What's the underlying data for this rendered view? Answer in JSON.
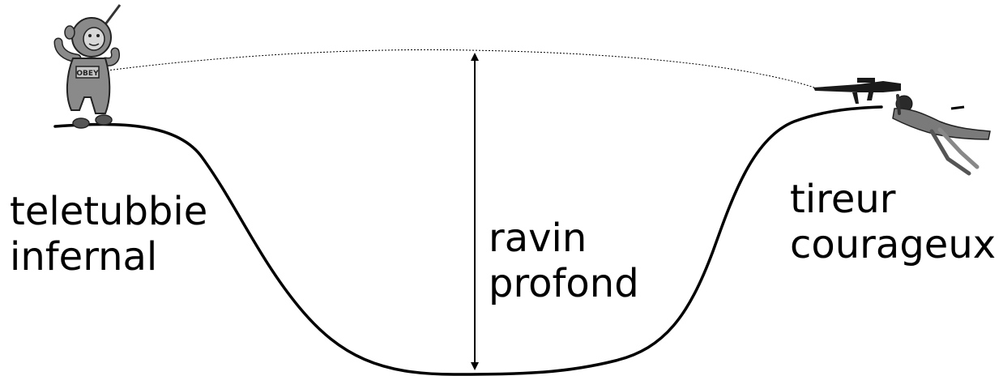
{
  "labels": {
    "teletubbie": [
      "teletubbie",
      "infernal"
    ],
    "ravin": [
      "ravin",
      "profond"
    ],
    "tireur": [
      "tireur",
      "courageux"
    ],
    "badge": "OBEY"
  },
  "colors": {
    "line": "#000000",
    "figure_fill": "#8a8a8a",
    "figure_dark": "#3a3a3a",
    "background": "#ffffff"
  },
  "icons": [
    "teletubbie-figure",
    "sniper-figure",
    "rifle-icon"
  ]
}
